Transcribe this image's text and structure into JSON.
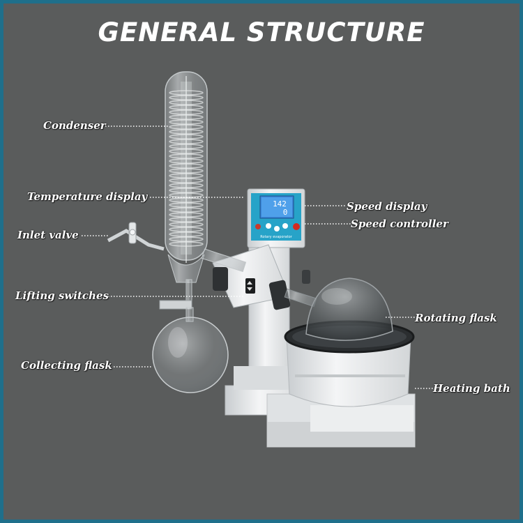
{
  "title": "GENERAL STRUCTURE",
  "labels": {
    "condenser": "Condenser",
    "temperature_display": "Temperature display",
    "inlet_valve": "Inlet valve",
    "lifting_switches": "Lifting switches",
    "collecting_flask": "Collecting flask",
    "speed_display": "Speed display",
    "speed_controller": "Speed controller",
    "rotating_flask": "Rotating flask",
    "heating_bath": "Heating bath"
  },
  "display": {
    "line1": "142",
    "line2": "0",
    "panel_text": "Rotary evaporator"
  },
  "colors": {
    "background": "#5a5c5c",
    "border": "#1f6f8b",
    "body": "#eceeef",
    "panel": "#27a3c8",
    "screen": "#3a86d8"
  }
}
